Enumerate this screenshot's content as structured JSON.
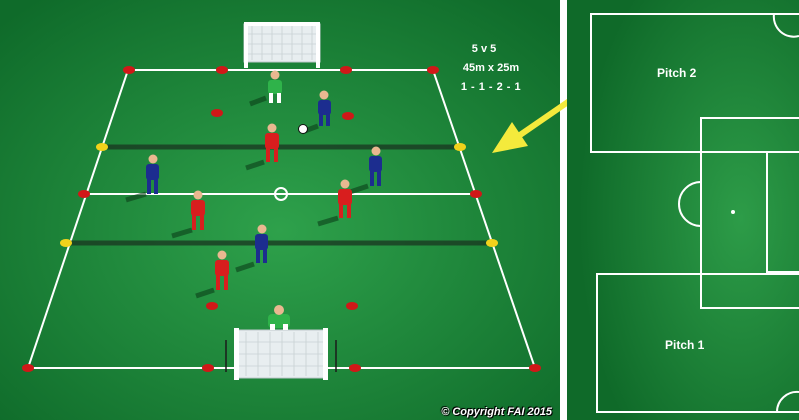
{
  "session_info": {
    "format": "5 v 5",
    "area": "45m x 25m",
    "formation": "1 - 1 - 2 - 1"
  },
  "copyright": "© Copyright FAI 2015",
  "pitch_labels": {
    "top": "Pitch 2",
    "bottom": "Pitch 1"
  },
  "colors": {
    "grass": "#1d8a3a",
    "red_team": "#d81e1e",
    "blue_team": "#1c2d8f",
    "goalkeeper": "#2fb34a",
    "cone_red": "#d01818",
    "cone_yellow": "#f2d21b",
    "arrow": "#f4ea3c"
  },
  "icons": [
    "goal-icon",
    "ball-icon",
    "cone-icon",
    "player-icon",
    "arrow-icon"
  ]
}
